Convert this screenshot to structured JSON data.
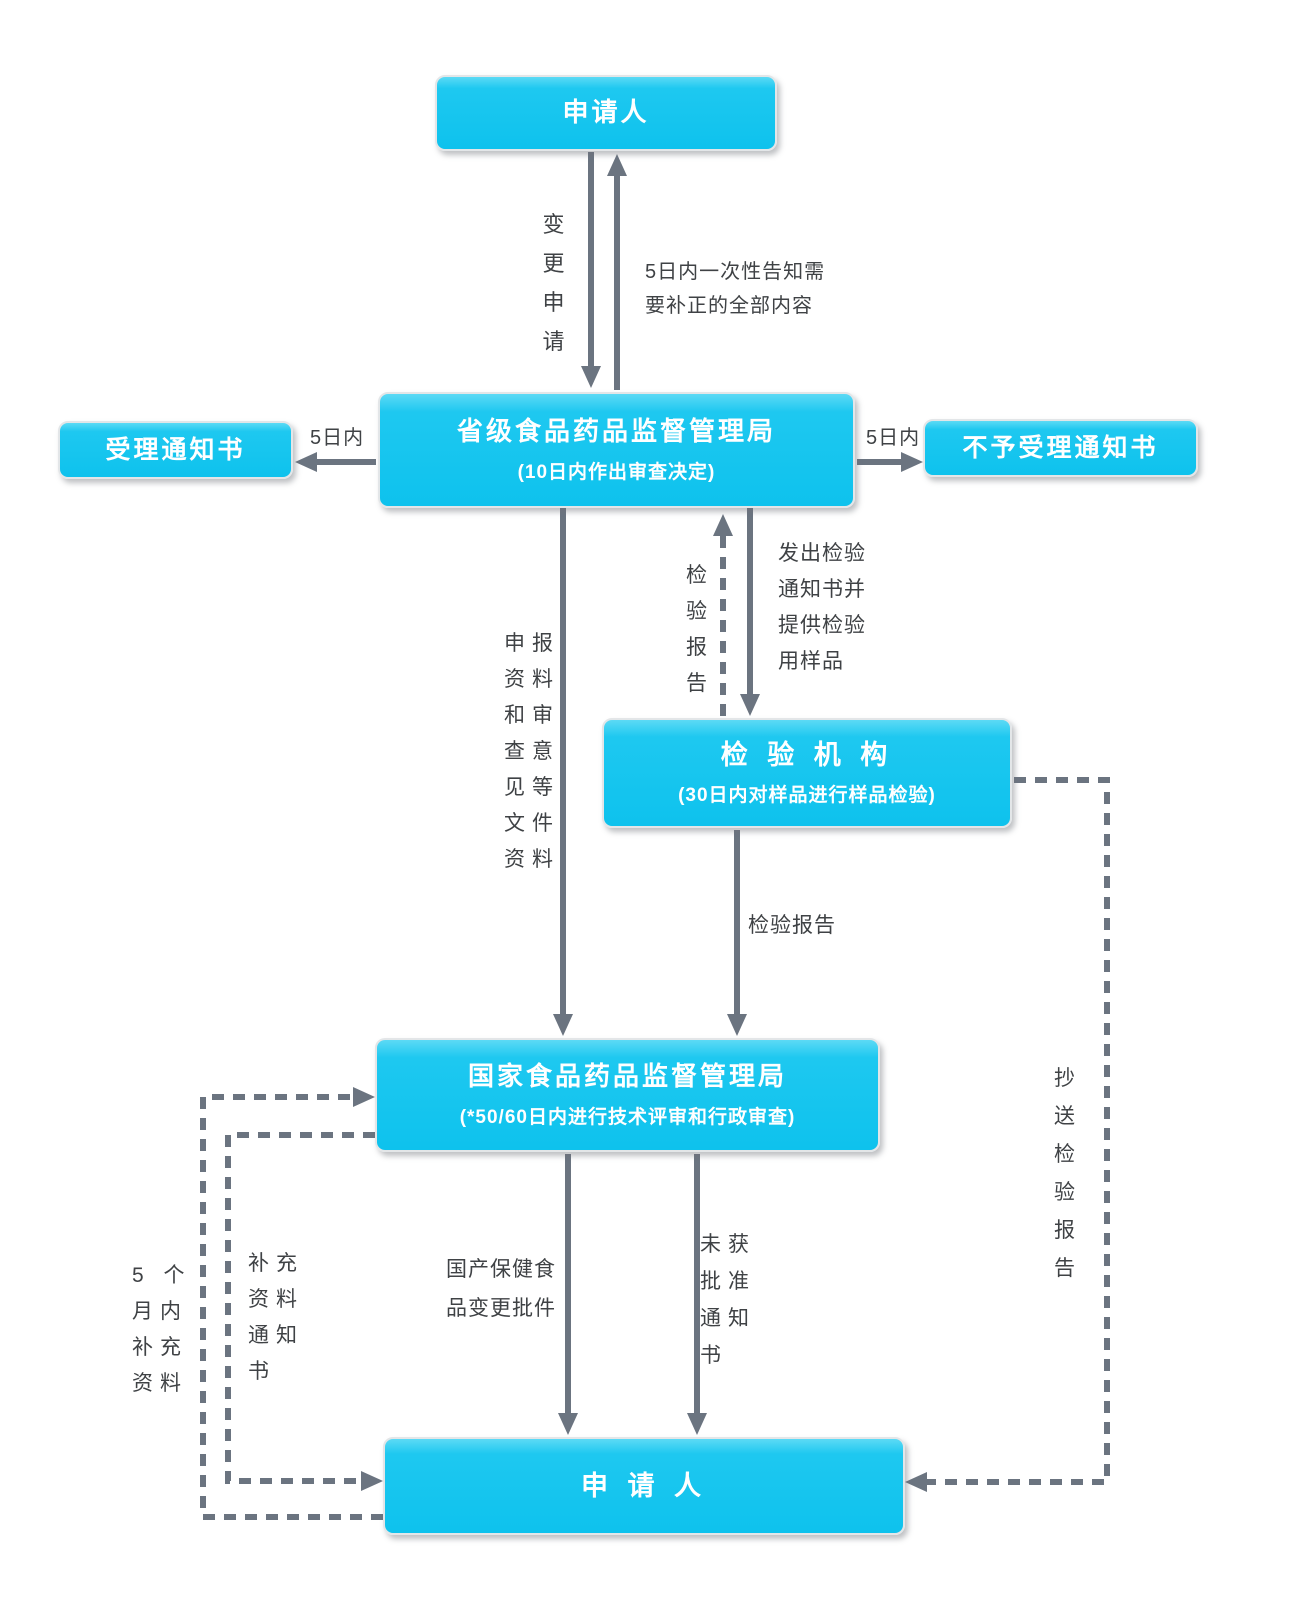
{
  "boxes": {
    "applicant_top": {
      "label": "申请人"
    },
    "provincial": {
      "title": "省级食品药品监督管理局",
      "subtitle": "(10日内作出审查决定)"
    },
    "accept_notice": {
      "label": "受理通知书"
    },
    "reject_notice": {
      "label": "不予受理通知书"
    },
    "inspection": {
      "title": "检 验 机 构",
      "subtitle": "(30日内对样品进行样品检验)"
    },
    "national": {
      "title": "国家食品药品监督管理局",
      "subtitle": "(*50/60日内进行技术评审和行政审查)"
    },
    "applicant_bottom": {
      "label": "申 请 人"
    }
  },
  "labels": {
    "change_application": "变\n更\n申\n请",
    "notify_correction": "5日内一次性告知需\n要补正的全部内容",
    "five_days_accept": "5日内",
    "five_days_reject": "5日内",
    "declaration_materials": "申报\n资料\n和审\n查意\n见等\n文件\n资料",
    "inspection_report_vertical": "检\n验\n报\n告",
    "issue_inspection_notice": "发出检验\n通知书并\n提供检验\n用样品",
    "inspection_report": "检验报告",
    "domestic_approval_doc": "国产保健食\n品变更批件",
    "not_approved_notice": "未获\n批准\n通知\n书",
    "five_months_supplement": "5 个\n月内\n补充\n资料",
    "supplement_notice": "补充\n资料\n通知\n书",
    "copy_inspection_report": "抄\n送\n检\n验\n报\n告"
  },
  "colors": {
    "box_fill": "#12c4ee",
    "box_fill_highlight": "#5cdaf5",
    "box_border": "#e3e6e8",
    "box_text": "#ffffff",
    "arrow": "#6b7480",
    "label_text": "#3f4245"
  }
}
